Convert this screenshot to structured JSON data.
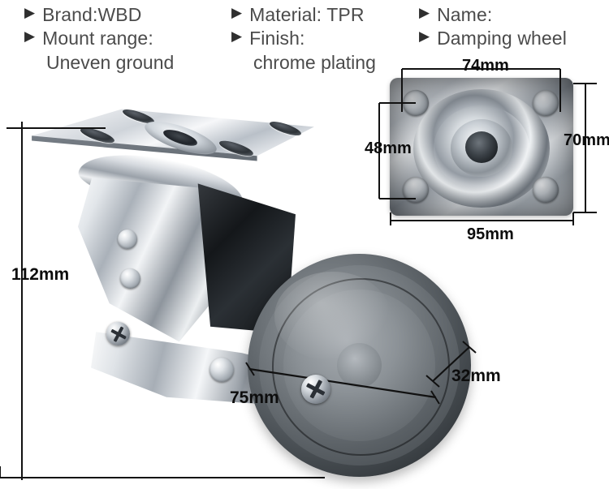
{
  "product": {
    "name": "Damping wheel",
    "specs": [
      {
        "id": "brand",
        "bullet": "▶",
        "label": "Brand:WBD"
      },
      {
        "id": "mount",
        "bullet": "▶",
        "label": "Mount range:",
        "sub": "Uneven ground"
      },
      {
        "id": "material",
        "bullet": "▶",
        "label": "Material: TPR"
      },
      {
        "id": "finish",
        "bullet": "▶",
        "label": "Finish:",
        "sub": "chrome plating"
      },
      {
        "id": "name",
        "bullet": "▶",
        "label": "Name:"
      },
      {
        "id": "name_value",
        "bullet": "▶",
        "label": "Damping wheel"
      }
    ]
  },
  "columns": {
    "col1": {
      "line1": "Brand:WBD",
      "line2": "Mount range:",
      "line3": "Uneven ground"
    },
    "col2": {
      "line1": "Material: TPR",
      "line2": "Finish:",
      "line3": "chrome plating"
    },
    "col3": {
      "line1": "Name:",
      "line2": "Damping wheel"
    }
  },
  "dimensions": {
    "main_view": [
      {
        "id": "overall-height",
        "value": "112",
        "unit": "mm",
        "text": "112mm",
        "orientation": "vertical",
        "describes": "overall caster height"
      },
      {
        "id": "wheel-diameter",
        "value": "75",
        "unit": "mm",
        "text": "75mm",
        "orientation": "horizontal",
        "describes": "wheel diameter"
      },
      {
        "id": "wheel-width",
        "value": "32",
        "unit": "mm",
        "text": "32mm",
        "orientation": "diagonal",
        "describes": "wheel tread width"
      }
    ],
    "plate_view": [
      {
        "id": "bolt-spacing-length",
        "value": "74",
        "unit": "mm",
        "text": "74mm",
        "orientation": "horizontal",
        "describes": "bolt hole spacing length"
      },
      {
        "id": "plate-height",
        "value": "70",
        "unit": "mm",
        "text": "70mm",
        "orientation": "vertical",
        "describes": "plate height"
      },
      {
        "id": "bolt-spacing-width",
        "value": "48",
        "unit": "mm",
        "text": "48mm",
        "orientation": "vertical",
        "describes": "bolt hole spacing width"
      },
      {
        "id": "plate-length",
        "value": "95",
        "unit": "mm",
        "text": "95mm",
        "orientation": "horizontal",
        "describes": "plate length"
      }
    ]
  },
  "colors": {
    "spec_text": "#4b4b4b",
    "bullet": "#2f2f2f",
    "dimension_line": "#111111",
    "dimension_text": "#0d0d0d",
    "background": "#ffffff",
    "wheel_gray": "#6e7479",
    "chrome_light": "#f2f4f6"
  },
  "figures": {
    "main_photo": {
      "id": "caster-main-photo",
      "alt": "Swivel damping caster with chrome fork and gray TPR wheel"
    },
    "inset_photo": {
      "id": "mounting-plate-photo",
      "alt": "Top view of chrome mounting plate with four bolt holes"
    }
  }
}
